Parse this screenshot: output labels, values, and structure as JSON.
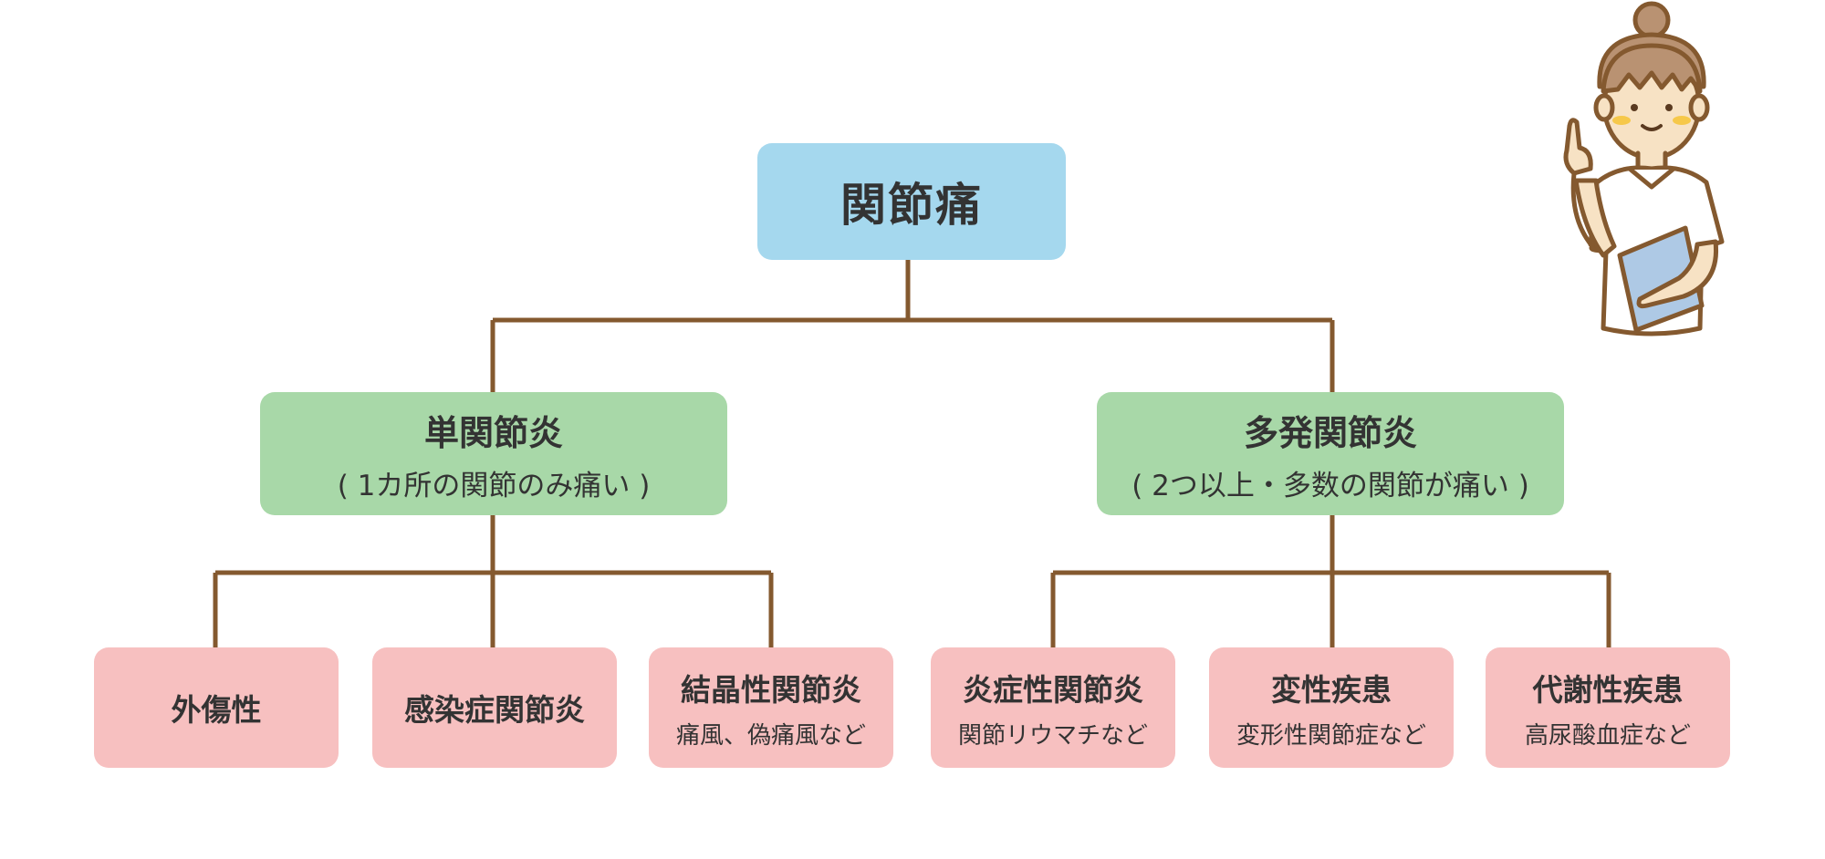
{
  "diagram": {
    "root": {
      "title": "関節痛"
    },
    "branches": [
      {
        "title": "単関節炎",
        "subtitle": "( 1カ所の関節のみ痛い )",
        "children": [
          {
            "title": "外傷性",
            "subtitle": ""
          },
          {
            "title": "感染症関節炎",
            "subtitle": ""
          },
          {
            "title": "結晶性関節炎",
            "subtitle": "痛風、偽痛風など"
          }
        ]
      },
      {
        "title": "多発関節炎",
        "subtitle": "( 2つ以上・多数の関節が痛い )",
        "children": [
          {
            "title": "炎症性関節炎",
            "subtitle": "関節リウマチなど"
          },
          {
            "title": "変性疾患",
            "subtitle": "変形性関節症など"
          },
          {
            "title": "代謝性疾患",
            "subtitle": "高尿酸血症など"
          }
        ]
      }
    ]
  },
  "colors": {
    "root": "#a5d8ee",
    "branch": "#a8d8a8",
    "leaf": "#f7c0c0",
    "connector": "#84592f",
    "text": "#333333"
  },
  "illustration": {
    "icon": "nurse-pointing-icon"
  }
}
